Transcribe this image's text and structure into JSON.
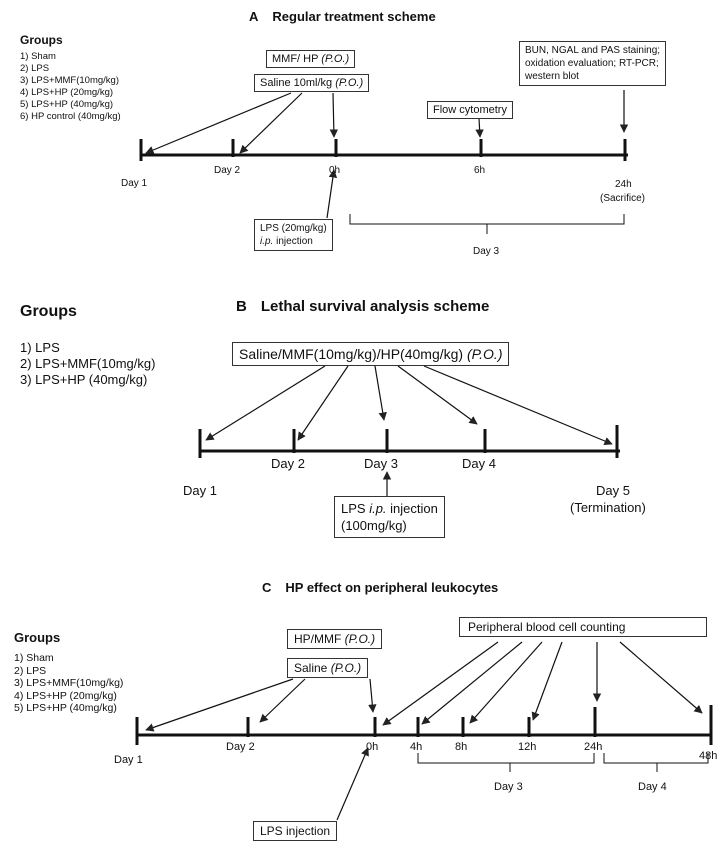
{
  "panel_a": {
    "letter": "A",
    "title": "Regular treatment scheme",
    "groups_heading": "Groups",
    "groups": [
      "1) Sham",
      "2) LPS",
      "3) LPS+MMF(10mg/kg)",
      "4) LPS+HP (20mg/kg)",
      "5) LPS+HP (40mg/kg)",
      "6) HP control (40mg/kg)"
    ],
    "box_drug": "MMF/ HP ",
    "box_drug_route": "(P.O.)",
    "box_saline": "Saline 10ml/kg ",
    "box_saline_route": "(P.O.)",
    "box_flow": "Flow cytometry",
    "box_analysis_lines": [
      "BUN, NGAL and PAS staining;",
      "oxidation evaluation; RT-PCR;",
      "western blot"
    ],
    "box_lps_line1": "LPS (20mg/kg)",
    "box_lps_line2_italic": "i.p.",
    "box_lps_line2_rest": " injection",
    "day1": "Day 1",
    "day2": "Day 2",
    "t0": "0h",
    "t6": "6h",
    "t24": "24h",
    "sacrifice": "(Sacrifice)",
    "day3": "Day 3"
  },
  "panel_b": {
    "letter": "B",
    "title": "Lethal survival analysis scheme",
    "groups_heading": "Groups",
    "groups": [
      "1) LPS",
      "2) LPS+MMF(10mg/kg)",
      "3) LPS+HP (40mg/kg)"
    ],
    "box_treatment": "Saline/MMF(10mg/kg)/HP(40mg/kg) ",
    "box_treatment_route": "(P.O.)",
    "box_lps_line1_a": "LPS ",
    "box_lps_line1_italic": "i.p.",
    "box_lps_line1_b": " injection",
    "box_lps_line2": "(100mg/kg)",
    "day1": "Day 1",
    "day2": "Day 2",
    "day3": "Day 3",
    "day4": "Day 4",
    "day5": "Day 5",
    "termination": "(Termination)"
  },
  "panel_c": {
    "letter": "C",
    "title": "HP effect on peripheral leukocytes",
    "groups_heading": "Groups",
    "groups": [
      "1) Sham",
      "2) LPS",
      "3) LPS+MMF(10mg/kg)",
      "4) LPS+HP (20mg/kg)",
      "5) LPS+HP (40mg/kg)"
    ],
    "box_drug": "HP/MMF ",
    "box_drug_route": "(P.O.)",
    "box_saline": "Saline  ",
    "box_saline_route": "(P.O.)",
    "box_counting": "Peripheral blood cell counting",
    "box_lps": "LPS injection",
    "day1": "Day 1",
    "day2": "Day 2",
    "t0": "0h",
    "t4": "4h",
    "t8": "8h",
    "t12": "12h",
    "t24": "24h",
    "t48": "48h",
    "day3": "Day 3",
    "day4": "Day 4"
  }
}
